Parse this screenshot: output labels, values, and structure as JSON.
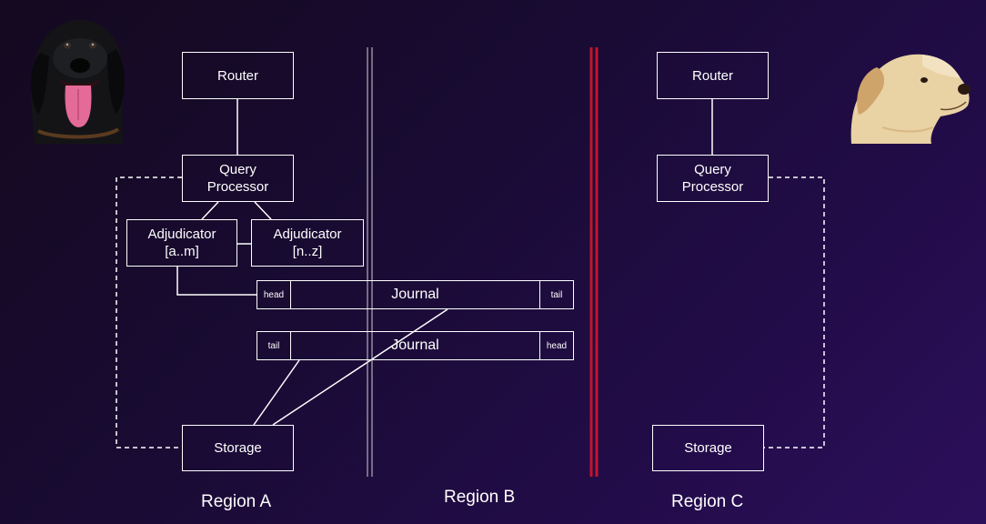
{
  "regions": {
    "a": {
      "label": "Region A",
      "router": "Router",
      "query_processor": "Query\nProcessor",
      "adjudicator_1": "Adjudicator\n[a..m]",
      "adjudicator_2": "Adjudicator\n[n..z]",
      "storage": "Storage"
    },
    "b": {
      "label": "Region B"
    },
    "c": {
      "label": "Region C",
      "router": "Router",
      "query_processor": "Query\nProcessor",
      "storage": "Storage"
    }
  },
  "journals": [
    {
      "left_cap": "head",
      "label": "Journal",
      "right_cap": "tail"
    },
    {
      "left_cap": "tail",
      "label": "Journal",
      "right_cap": "head"
    }
  ],
  "colors": {
    "background_start": "#14091f",
    "background_end": "#2c0f5b",
    "line": "#ffffff",
    "partition": "#c4142c"
  },
  "images": {
    "left": "black-dog-photo",
    "right": "yellow-labrador-photo"
  }
}
